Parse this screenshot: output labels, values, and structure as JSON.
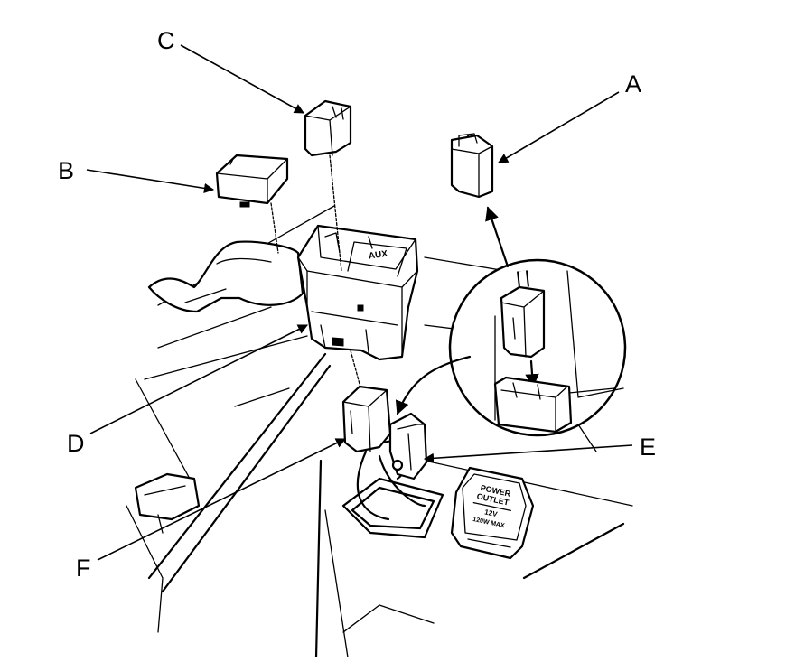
{
  "callouts": {
    "a": "A",
    "b": "B",
    "c": "C",
    "d": "D",
    "e": "E",
    "f": "F"
  },
  "switch_label": "AUX",
  "outlet": {
    "line1": "POWER",
    "line2": "OUTLET",
    "line3": "12V",
    "line4": "120W MAX"
  }
}
